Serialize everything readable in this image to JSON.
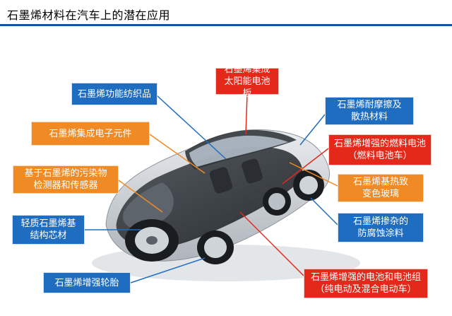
{
  "title": "石墨烯材料在汽车上的潜在应用",
  "colors": {
    "blue": "#1f6dc0",
    "orange": "#f08a24",
    "red": "#e4291a",
    "title_rule": "#1f4e9c"
  },
  "labels": [
    {
      "id": "textiles",
      "text": "石墨烯功能纺织品",
      "color": "blue"
    },
    {
      "id": "electronics",
      "text": "石墨烯集成电子元件",
      "color": "orange"
    },
    {
      "id": "sensors",
      "text": "基于石墨烯的污染物\n检测器和传感器",
      "color": "orange"
    },
    {
      "id": "lightweight",
      "text": "轻质石墨烯基\n结构芯材",
      "color": "blue"
    },
    {
      "id": "tires",
      "text": "石墨烯增强轮胎",
      "color": "blue"
    },
    {
      "id": "solar",
      "text": "石墨烯集成\n太阳能电池板",
      "color": "red"
    },
    {
      "id": "wear",
      "text": "石墨烯耐摩擦及\n散热材料",
      "color": "blue"
    },
    {
      "id": "fuel_cell",
      "text": "石墨烯增强的燃料电池\n（燃料电池车）",
      "color": "red"
    },
    {
      "id": "glass",
      "text": "石墨烯基热致\n变色玻璃",
      "color": "orange"
    },
    {
      "id": "coating",
      "text": "石墨烯掺杂的\n防腐蚀涂料",
      "color": "blue"
    },
    {
      "id": "battery",
      "text": "石墨烯增强的电池和电池组\n（纯电动及混合电动车）",
      "color": "red"
    }
  ]
}
